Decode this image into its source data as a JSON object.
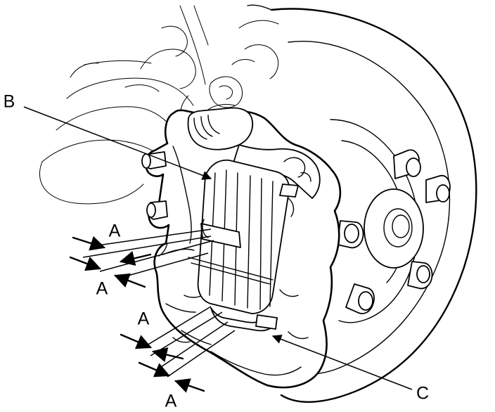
{
  "callouts": {
    "a1": "A",
    "a2": "A",
    "a3": "A",
    "a4": "A",
    "b": "B",
    "c": "C"
  },
  "colors": {
    "ink": "#000000",
    "paper": "#ffffff"
  }
}
